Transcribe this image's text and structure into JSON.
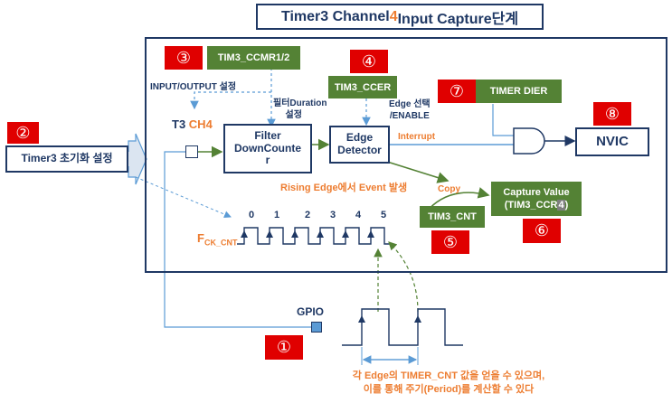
{
  "title": {
    "prefix": "Timer3 Channel ",
    "channel": "4",
    "suffix": " Input Capture단계"
  },
  "badges": {
    "b1": "①",
    "b2": "②",
    "b3": "③",
    "b4": "④",
    "b5": "⑤",
    "b6": "⑥",
    "b7": "⑦",
    "b8": "⑧"
  },
  "registers": {
    "ccmr": "TIM3_CCMR1/2",
    "ccer": "TIM3_CCER",
    "dier": "TIMER DIER",
    "cnt": "TIM3_CNT",
    "capture_value_line1": "Capture Value",
    "capture_value_line2": "(TIM3_CCR",
    "capture_value_ch": "4",
    "capture_value_end": ")"
  },
  "blocks": {
    "timer_init": "Timer3 초기화 설정",
    "filter_line1": "Filter",
    "filter_line2": "DownCounte",
    "filter_line3": "r",
    "edge_line1": "Edge",
    "edge_line2": "Detector",
    "nvic": "NVIC"
  },
  "labels": {
    "io_setting": "INPUT/OUTPUT 설정",
    "filter_setting_line1": "필터Duration",
    "filter_setting_line2": "설정",
    "edge_select_line1": "Edge 선택",
    "edge_select_line2": "/ENABLE",
    "t3": "T3",
    "ch4": "CH4",
    "interrupt": "Interrupt",
    "copy": "Copy",
    "rising_edge": "Rising Edge에서 Event 발생",
    "fck": "F",
    "fck_sub": "CK_CNT",
    "gpio": "GPIO",
    "counts": [
      "0",
      "1",
      "2",
      "3",
      "4",
      "5"
    ],
    "note_line1": "각 Edge의 TIMER_CNT 값을 얻을 수 있으며,",
    "note_line2": "이를 통해 주기(Period)를 계산할 수 있다"
  },
  "colors": {
    "navy": "#1f3864",
    "green": "#548235",
    "red": "#e00000",
    "orange": "#ed7d31",
    "blue_dash": "#5b9bd5"
  }
}
